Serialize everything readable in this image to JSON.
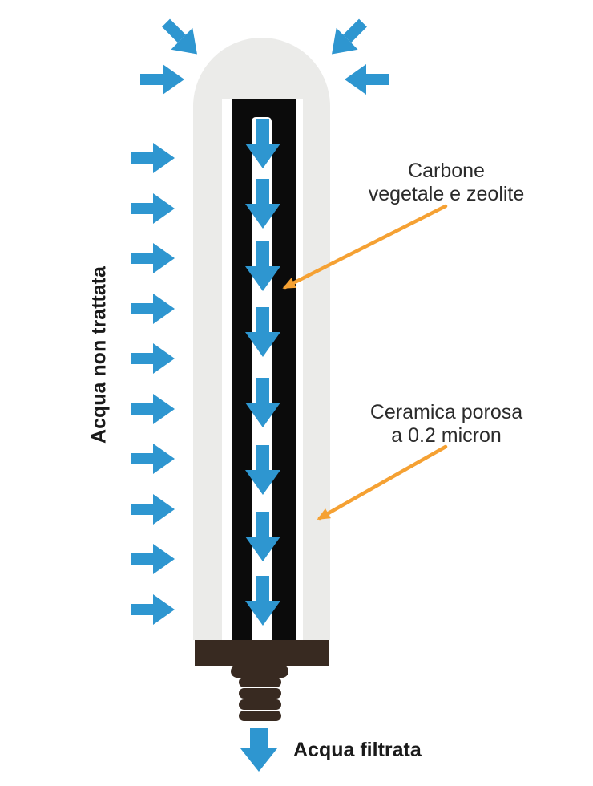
{
  "diagram": {
    "labels": {
      "untreated_water": "Acqua non trattata",
      "filtered_water": "Acqua filtrata",
      "carbon_layer": "Carbone\nvegetale e zeolite",
      "ceramic_layer": "Ceramica porosa\na 0.2 micron"
    },
    "arrows": {
      "left_inflow": {
        "count": 10,
        "direction": "right"
      },
      "top_inflow": {
        "count": 4,
        "direction": "toward-dome"
      },
      "core_downflow": {
        "count": 8,
        "direction": "down"
      },
      "outflow": {
        "count": 1,
        "direction": "down"
      }
    },
    "colors": {
      "arrow_blue": "#2E96D0",
      "shell_gray": "#EBEBE9",
      "core_black": "#0B0B0B",
      "base_brown": "#382A21",
      "pointer_orange": "#F5A133",
      "label_text": "#2B2B2B",
      "bold_text": "#1A1A1A"
    }
  }
}
